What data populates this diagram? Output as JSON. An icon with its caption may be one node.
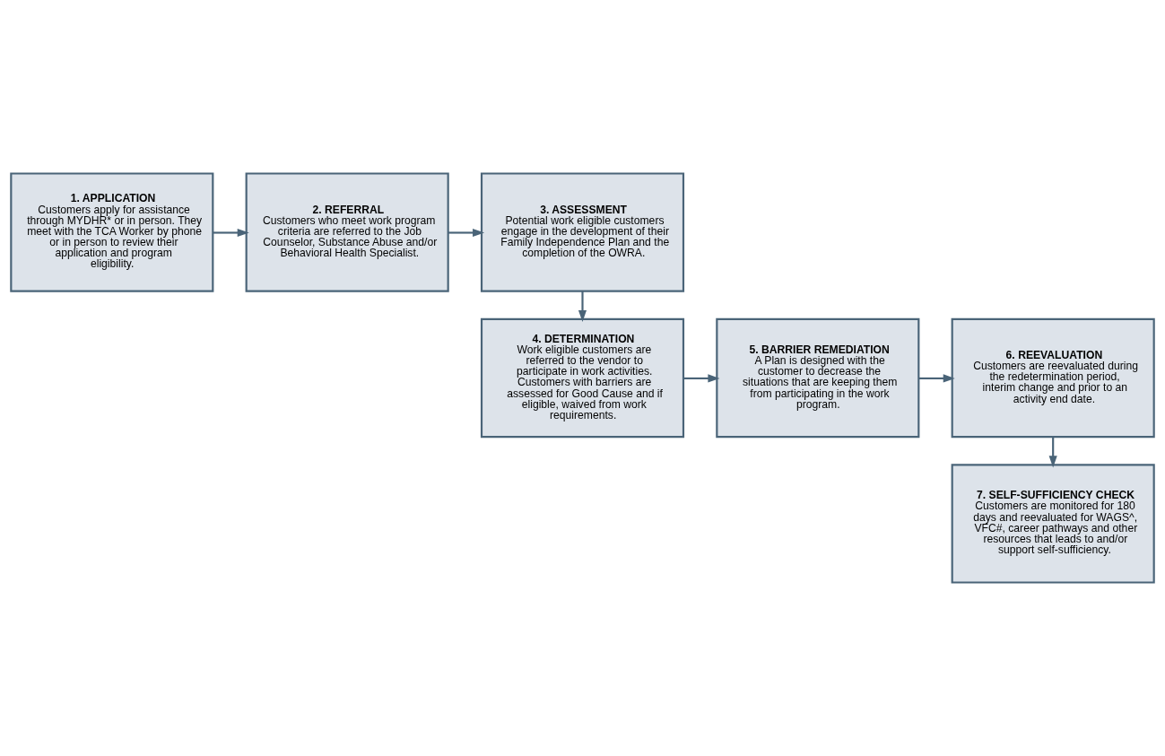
{
  "diagram": {
    "nodes": [
      {
        "text": [
          "1. APPLICATION",
          "Customers apply for assistance through MYDHR* or in person. They meet with the TCA Worker by phone or in person to review their application and program eligibility."
        ]
      },
      {
        "text": [
          "2. REFERRAL",
          "Customers who meet work program criteria are referred to the Job Counselor, Substance Abuse and/or Behavioral Health Specialist."
        ]
      },
      {
        "text": [
          "3. ASSESSMENT",
          "Potential work eligible customers engage in the development of their Family Independence Plan and the completion of the OWRA."
        ]
      },
      {
        "text": [
          "4. DETERMINATION",
          "Work eligible customers are referred to the vendor to participate in work activities. Customers with barriers are assessed for Good Cause and if eligible, waived from work requirements."
        ]
      },
      {
        "text": [
          "5. BARRIER REMEDIATION",
          "A Plan is designed with the customer to decrease the situations that are keeping them from participating in the work program."
        ]
      },
      {
        "text": [
          "6. REEVALUATION",
          "Customers are reevaluated during the redetermination period, interim change and prior to an activity end date."
        ]
      },
      {
        "text": [
          "7. SELF-SUFFICIENCY CHECK",
          "Customers are monitored for 180 days and reevaluated for WAGS^, VFC#, career pathways and other resources that leads to and/or support self-sufficiency."
        ]
      }
    ],
    "edges": [
      {
        "from": 0,
        "to": 1,
        "arrow": "to"
      },
      {
        "from": 1,
        "to": 2,
        "arrow": "to"
      },
      {
        "from": 2,
        "to": 3,
        "arrow": "to"
      },
      {
        "from": 3,
        "to": 4,
        "arrow": "to"
      },
      {
        "from": 4,
        "to": 5,
        "arrow": "to"
      },
      {
        "from": 5,
        "to": 6,
        "arrow": "to"
      }
    ]
  }
}
